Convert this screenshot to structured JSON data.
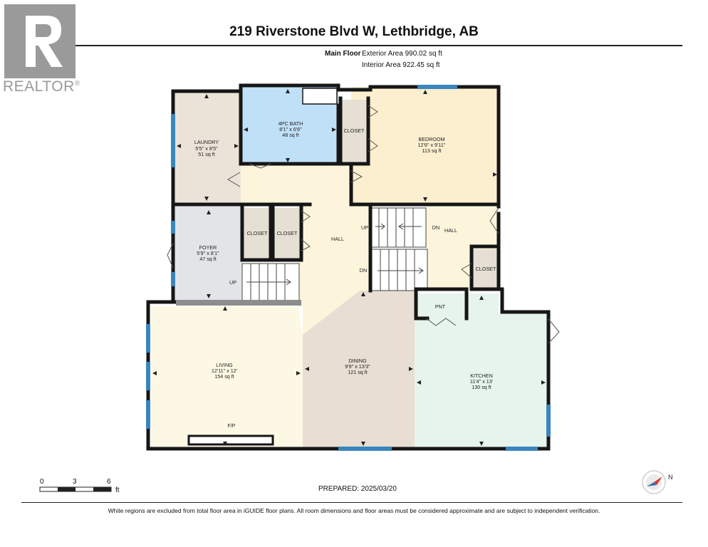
{
  "brand": {
    "name": "REALTOR",
    "mark": "®"
  },
  "title": "219 Riverstone Blvd W, Lethbridge, AB",
  "floor": {
    "label": "Main Floor",
    "exterior_area": "Exterior Area 990.02 sq ft",
    "interior_area": "Interior Area 922.45 sq ft"
  },
  "rooms": {
    "laundry": {
      "name": "LAUNDRY",
      "dims": "5'5\" x 8'5\"",
      "area": "51 sq ft"
    },
    "bath": {
      "name": "4PC BATH",
      "dims": "8'1\" x 6'6\"",
      "area": "48 sq ft"
    },
    "bedroom": {
      "name": "BEDROOM",
      "dims": "12'6\" x 9'11\"",
      "area": "113 sq ft"
    },
    "foyer": {
      "name": "FOYER",
      "dims": "5'9\" x 8'1\"",
      "area": "47 sq ft"
    },
    "living": {
      "name": "LIVING",
      "dims": "12'11\" x 12'",
      "area": "154 sq ft"
    },
    "dining": {
      "name": "DINING",
      "dims": "9'9\" x 13'3\"",
      "area": "121 sq ft"
    },
    "kitchen": {
      "name": "KITCHEN",
      "dims": "11'4\" x 13'",
      "area": "130 sq ft"
    }
  },
  "labels": {
    "closet": "CLOSET",
    "hall": "HALL",
    "up": "UP",
    "dn": "DN",
    "pnt": "PNT",
    "fp": "F/P"
  },
  "scale": {
    "ticks": [
      "0",
      "3",
      "6"
    ],
    "unit": "ft"
  },
  "prepared": "PREPARED:  2025/03/20",
  "compass_letter": "N",
  "disclaimer": "White regions are excluded from total floor area in iGUIDE floor plans. All room dimensions and floor areas must be considered approximate and are subject to independent verification.",
  "colors": {
    "laundry": "#ece3d8",
    "bath": "#bfe0f7",
    "bedroom": "#fcefcf",
    "foyer": "#e3e4e8",
    "hall": "#fcf5dc",
    "living": "#fdf8e4",
    "dining": "#e8ded3",
    "kitchen": "#e6f4ec",
    "window": "#3a86bd",
    "wall": "#161616"
  }
}
